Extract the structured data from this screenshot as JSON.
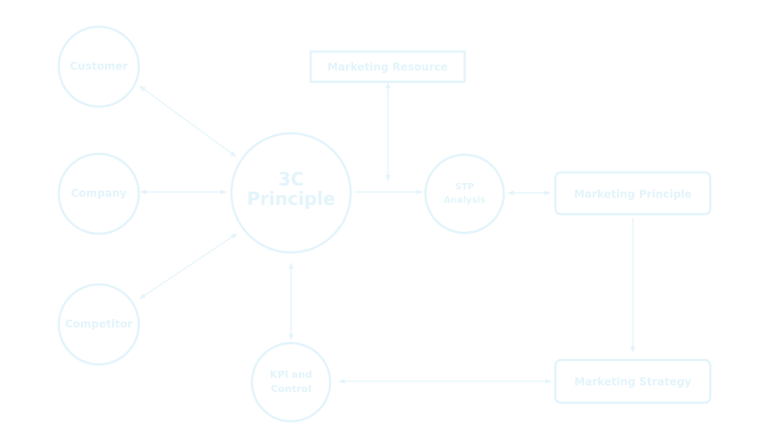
{
  "colors": {
    "node_stroke": "#e3f4fb",
    "edge": "#e3f4fb",
    "text": "#e3f4fb",
    "background": "#ffffff"
  },
  "nodes": {
    "customer": {
      "label": "Customer"
    },
    "company": {
      "label": "Company"
    },
    "competitor": {
      "label": "Competitor"
    },
    "principle_3c": {
      "line1": "3C",
      "line2": "Principle"
    },
    "stp": {
      "line1": "STP",
      "line2": "Analysis"
    },
    "kpi": {
      "line1": "KPI and",
      "line2": "Control"
    },
    "resource": {
      "label": "Marketing Resource"
    },
    "mprinciple": {
      "label": "Marketing Principle"
    },
    "strategy": {
      "label": "Marketing Strategy"
    }
  },
  "edges": [
    {
      "from": "customer",
      "to": "principle_3c",
      "direction": "both"
    },
    {
      "from": "company",
      "to": "principle_3c",
      "direction": "both"
    },
    {
      "from": "competitor",
      "to": "principle_3c",
      "direction": "both"
    },
    {
      "from": "principle_3c",
      "to": "stp",
      "direction": "forward"
    },
    {
      "from": "resource",
      "to": "stp",
      "direction": "both"
    },
    {
      "from": "stp",
      "to": "mprinciple",
      "direction": "both"
    },
    {
      "from": "mprinciple",
      "to": "strategy",
      "direction": "forward"
    },
    {
      "from": "principle_3c",
      "to": "kpi",
      "direction": "both"
    },
    {
      "from": "kpi",
      "to": "strategy",
      "direction": "both"
    }
  ]
}
